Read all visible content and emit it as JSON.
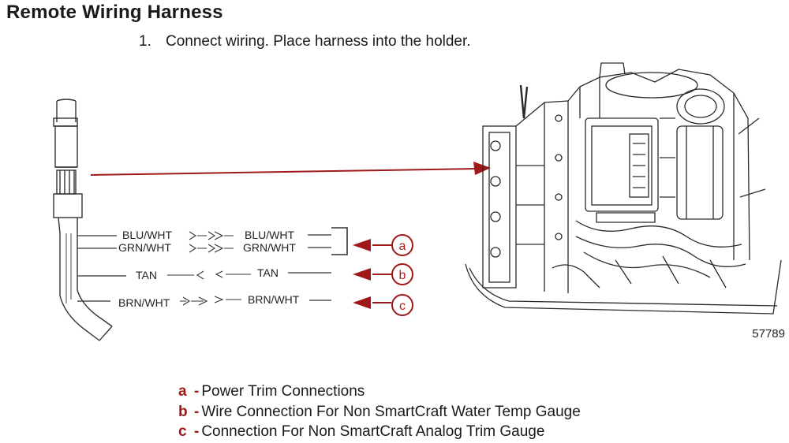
{
  "title": "Remote Wiring Harness",
  "step": {
    "number": "1.",
    "text": "Connect wiring. Place harness into the holder."
  },
  "wires": {
    "left": [
      "BLU/WHT",
      "GRN/WHT",
      "TAN",
      "BRN/WHT"
    ],
    "right": [
      "BLU/WHT",
      "GRN/WHT",
      "TAN",
      "BRN/WHT"
    ]
  },
  "callouts": [
    "a",
    "b",
    "c"
  ],
  "figure_number": "57789",
  "legend": [
    {
      "key": "a",
      "separator": "-",
      "text": "Power Trim Connections"
    },
    {
      "key": "b",
      "separator": "-",
      "text": "Wire Connection For Non SmartCraft Water Temp Gauge"
    },
    {
      "key": "c",
      "separator": "-",
      "text": "Connection For Non SmartCraft Analog Trim Gauge"
    }
  ],
  "colors": {
    "callout": "#b01c1c",
    "arrow": "#a01818",
    "line": "#333333"
  }
}
